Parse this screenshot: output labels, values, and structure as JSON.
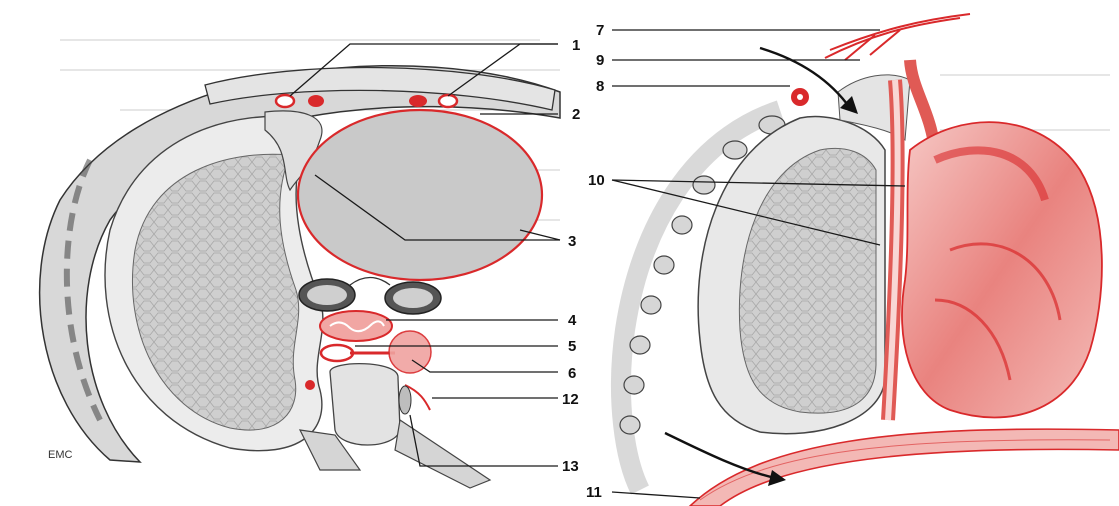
{
  "figure": {
    "credit": "EMC",
    "labels": [
      "1",
      "2",
      "3",
      "4",
      "5",
      "6",
      "7",
      "8",
      "9",
      "10",
      "11",
      "12",
      "13"
    ],
    "colors": {
      "accent": "#d9292b",
      "tissue": "#c9c9c9",
      "line": "#222222",
      "paper": "#ffffff"
    }
  }
}
